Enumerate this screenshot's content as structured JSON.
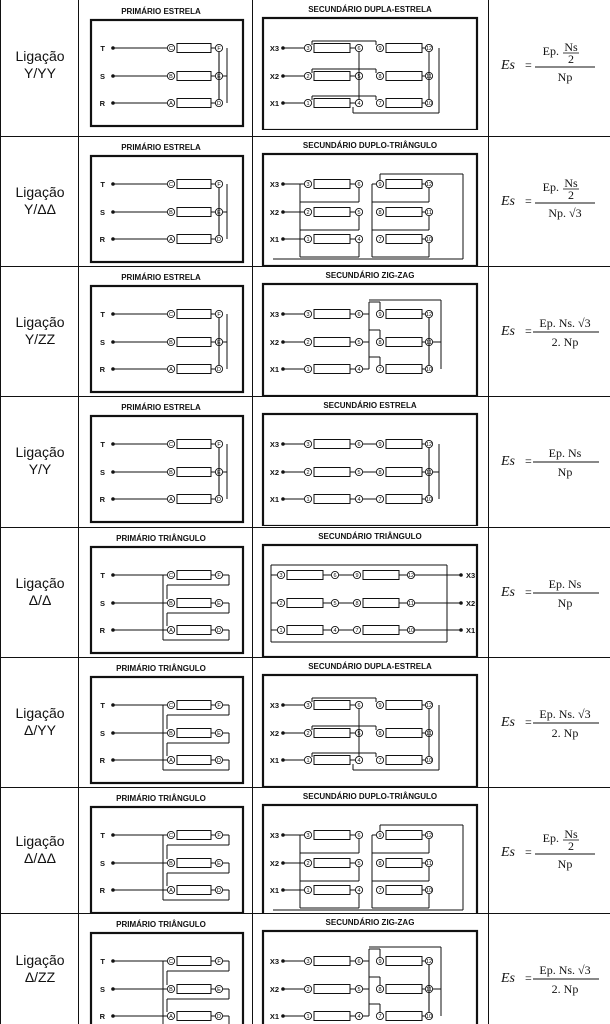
{
  "rows": [
    {
      "name_line1": "Ligação",
      "name_line2": "Y/YY",
      "primary": {
        "title": "PRIMÁRIO  ESTRELA",
        "type": "estrela"
      },
      "secondary": {
        "title": "SECUNDÁRIO  DUPLA-ESTRELA",
        "type": "dupla-estrela",
        "nodes": [
          [
            "3",
            "6",
            "9",
            "12"
          ],
          [
            "2",
            "5",
            "8",
            "11"
          ],
          [
            "1",
            "4",
            "7",
            "10"
          ]
        ]
      },
      "formula": {
        "lhs": "Es",
        "num": "Ep. Ns/2",
        "den": "Np"
      }
    },
    {
      "name_line1": "Ligação",
      "name_line2": "Y/ΔΔ",
      "primary": {
        "title": "PRIMÁRIO  ESTRELA",
        "type": "estrela"
      },
      "secondary": {
        "title": "SECUNDÁRIO  DUPLO-TRIÂNGULO",
        "type": "duplo-triangulo",
        "nodes": [
          [
            "3",
            "6",
            "9",
            "12"
          ],
          [
            "2",
            "5",
            "8",
            "11"
          ],
          [
            "1",
            "4",
            "7",
            "10"
          ]
        ]
      },
      "formula": {
        "lhs": "Es",
        "num": "Ep. Ns/2",
        "den": "Np. √3"
      }
    },
    {
      "name_line1": "Ligação",
      "name_line2": "Y/ZZ",
      "primary": {
        "title": "PRIMÁRIO  ESTRELA",
        "type": "estrela"
      },
      "secondary": {
        "title": "SECUNDÁRIO ZIG-ZAG",
        "type": "zig-zag",
        "nodes": [
          [
            "3",
            "6",
            "9",
            "12"
          ],
          [
            "2",
            "5",
            "8",
            "11"
          ],
          [
            "1",
            "4",
            "7",
            "10"
          ]
        ]
      },
      "formula": {
        "lhs": "Es",
        "num": "Ep. Ns. √3",
        "den": "2. Np"
      }
    },
    {
      "name_line1": "Ligação",
      "name_line2": "Y/Y",
      "primary": {
        "title": "PRIMÁRIO  ESTRELA",
        "type": "estrela"
      },
      "secondary": {
        "title": "SECUNDÁRIO ESTRELA",
        "type": "estrela",
        "nodes": [
          [
            "3",
            "6",
            "9",
            "12"
          ],
          [
            "2",
            "5",
            "8",
            "11"
          ],
          [
            "1",
            "4",
            "7",
            "10"
          ]
        ]
      },
      "formula": {
        "lhs": "Es",
        "num": "Ep. Ns",
        "den": "Np"
      }
    },
    {
      "name_line1": "Ligação",
      "name_line2": "Δ/Δ",
      "primary": {
        "title": "PRIMÁRIO  TRIÂNGULO",
        "type": "triangulo"
      },
      "secondary": {
        "title": "SECUNDÁRIO  TRIÂNGULO",
        "type": "triangulo",
        "nodes": [
          [
            "3",
            "6",
            "9",
            "12"
          ],
          [
            "2",
            "5",
            "8",
            "11"
          ],
          [
            "1",
            "4",
            "7",
            "10"
          ]
        ]
      },
      "formula": {
        "lhs": "Es",
        "num": "Ep. Ns",
        "den": "Np"
      }
    },
    {
      "name_line1": "Ligação",
      "name_line2": "Δ/YY",
      "primary": {
        "title": "PRIMÁRIO  TRIÂNGULO",
        "type": "triangulo"
      },
      "secondary": {
        "title": "SECUNDÁRIO  DUPLA-ESTRELA",
        "type": "dupla-estrela",
        "nodes": [
          [
            "3",
            "6",
            "9",
            "12"
          ],
          [
            "2",
            "5",
            "8",
            "11"
          ],
          [
            "1",
            "4",
            "7",
            "10"
          ]
        ]
      },
      "formula": {
        "lhs": "Es",
        "num": "Ep. Ns. √3",
        "den": "2. Np"
      }
    },
    {
      "name_line1": "Ligação",
      "name_line2": "Δ/ΔΔ",
      "primary": {
        "title": "PRIMÁRIO  TRIÂNGULO",
        "type": "triangulo"
      },
      "secondary": {
        "title": "SECUNDÁRIO  DUPLO-TRIÂNGULO",
        "type": "duplo-triangulo",
        "nodes": [
          [
            "3",
            "6",
            "9",
            "12"
          ],
          [
            "2",
            "5",
            "8",
            "11"
          ],
          [
            "1",
            "4",
            "7",
            "10"
          ]
        ]
      },
      "formula": {
        "lhs": "Es",
        "num": "Ep. Ns/2",
        "den": "Np"
      }
    },
    {
      "name_line1": "Ligação",
      "name_line2": "Δ/ZZ",
      "primary": {
        "title": "PRIMÁRIO  TRIÂNGULO",
        "type": "triangulo"
      },
      "secondary": {
        "title": "SECUNDÁRIO ZIG-ZAG",
        "type": "zig-zag",
        "nodes": [
          [
            "3",
            "6",
            "9",
            "12"
          ],
          [
            "2",
            "5",
            "8",
            "11"
          ],
          [
            "1",
            "4",
            "7",
            "10"
          ]
        ]
      },
      "formula": {
        "lhs": "Es",
        "num": "Ep. Ns. √3",
        "den": "2. Np"
      }
    }
  ],
  "primary_terminals": [
    "T",
    "S",
    "R"
  ],
  "primary_nodes": [
    [
      "C",
      "F"
    ],
    [
      "B",
      "E"
    ],
    [
      "A",
      "D"
    ]
  ],
  "secondary_terminals": [
    "X3",
    "X2",
    "X1"
  ],
  "colors": {
    "ink": "#111111",
    "grid": "#444444"
  }
}
